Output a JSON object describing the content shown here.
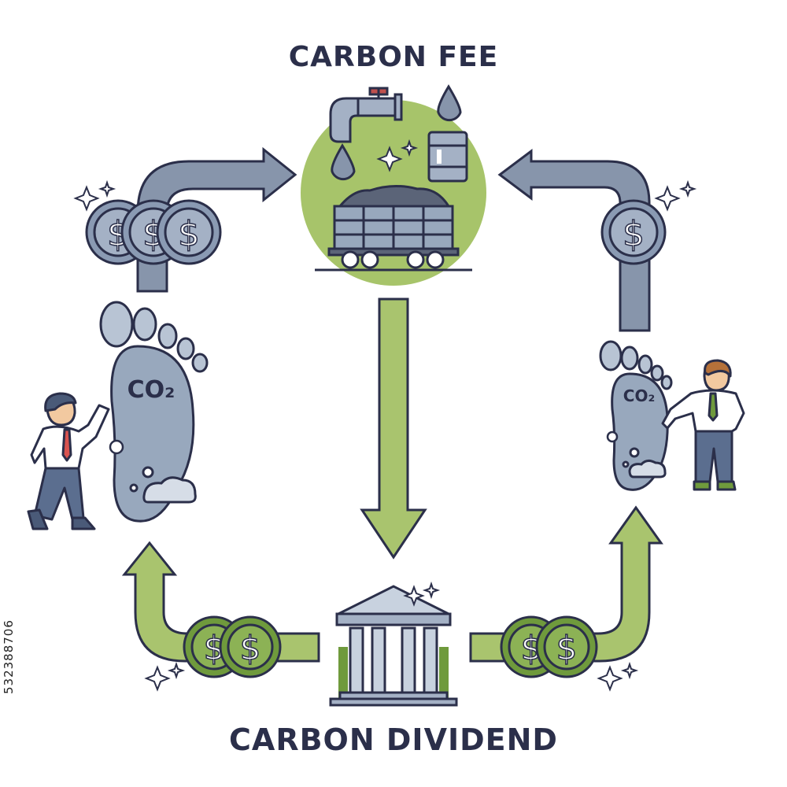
{
  "titles": {
    "top": "CARBON FEE",
    "bottom": "CARBON DIVIDEND"
  },
  "footprints": {
    "left_label": "CO₂",
    "right_label": "CO₂"
  },
  "watermark": {
    "id_text": "532388706"
  },
  "icons": {
    "dollar_symbol": "$"
  },
  "colors": {
    "outline": "#2b2f4a",
    "green_arrow": "#a9c46e",
    "green_circle": "#a7c46a",
    "blue_gray": "#8795ab",
    "coin_blue": "#8a9ab3",
    "coin_green": "#6f9a3c",
    "footprint": "#98a8bd",
    "shirt": "#ffffff",
    "pants": "#5b6e8f"
  }
}
